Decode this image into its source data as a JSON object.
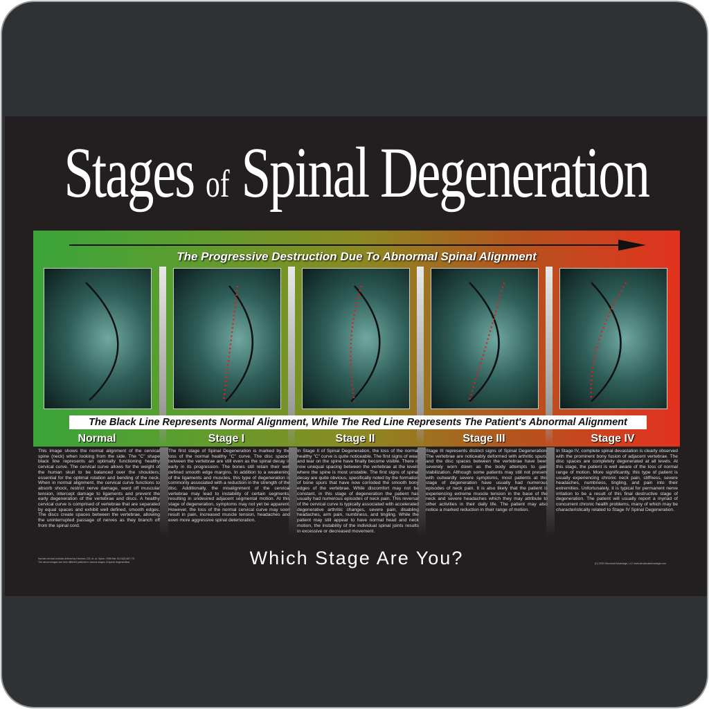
{
  "title": {
    "main1": "Stages",
    "of": "of",
    "main2": "Spinal Degeneration"
  },
  "subtitle": "The Progressive Destruction Due To Abnormal Spinal Alignment",
  "caption": "The Black Line Represents Normal Alignment, While The Red Line Represents The Patient's Abnormal Alignment",
  "colors": {
    "poster_bg": "#231f20",
    "gradient_start": "#3aa43a",
    "gradient_end": "#e2321e",
    "normal_line": "#111111",
    "abnormal_line": "#e02020"
  },
  "stages": [
    {
      "label": "Normal",
      "text": "This image shows the normal alignment of the cervical spine (neck) when looking from the side. The \"C\" shape black line represents an optimally functioning healthy cervical curve. The cervical curve allows for the weight of the human skull to be balanced over the shoulders; essential for the optimal rotation and bending of the neck. When in normal alignment, the cervical curve functions to absorb shock, restrict nerve damage, ward off muscular tension, intercept damage to ligaments and prevent the early degeneration of the vertebrae and discs. A healthy cervical curve is comprised of vertebrae that are separated by equal spaces and exhibit well defined, smooth edges. The discs create spaces between the vertebrae, allowing the uninterrupted passage of nerves as they branch off from the spinal cord."
    },
    {
      "label": "Stage I",
      "text": "The first stage of Spinal Degeneration is marked by the loss of the normal healthy \"C\" curve. The disc spaces between the vertebrae are still even as the spinal decay is early in its progression. The bones still retain their well defined smooth edge margins. In addition to a weakening of the ligaments and muscles, this type of degeneration is commonly associated with a reduction in the strength of the disc. Additionally, the misalignment of the cervical vertebrae may lead to instability of certain segments, resulting in undesired adjacent segmental motion. At this stage of degeneration, symptoms may not yet be apparent. However, the loss of the normal cervical curve may soon result in pain, increased muscle tension, headaches and even more aggressive spinal deterioration."
    },
    {
      "label": "Stage II",
      "text": "In Stage II of Spinal Degeneration, the loss of the normal healthy \"C\" curve is quite noticeable. The first signs of wear and tear on the spine have finally become visible. There is now unequal spacing between the vertebrae at the levels where the spine is most unstable. The first signs of spinal decay are quite obvious, specifically noted by the formation of bone spurs that have now corroded the smooth bony edges of the vertebrae. While discomfort may not be constant, in this stage of degeneration the patient has usually had numerous episodes of neck pain. This reversal of the cervical curve is typically associated with accelerated degenerative arthritic changes, severe pain, disabling headaches, arm pain, numbness, and tingling. While the patient may still appear to have normal head and neck motion, the instability of the individual spinal joints results in excessive or decreased movement."
    },
    {
      "label": "Stage III",
      "text": "Stage III represents distinct signs of Spinal Degeneration. The vertebrae are noticeably deformed with arthritic spurs, and the disc spaces between the vertebrae have been severely worn down as the body attempts to gain stabilization. Although some patients may still not present with outwardly severe symptoms, most patients at this stage of degeneration have usually had numerous episodes of neck pain. It is also likely that the patient is experiencing extreme muscle tension in the base of the neck and severe headaches which they may attribute to other activities in their daily life. The patient may also notice a marked reduction in their range of motion."
    },
    {
      "label": "Stage IV",
      "text": "In Stage IV, complete spinal devastation is clearly observed with the prominent bony fusion of adjacent vertebrae. The disc spaces are completely degenerated at all levels. At this stage, the patient is well aware of the loss of normal range of motion. More significantly, this type of patient is usually experiencing chronic neck pain, stiffness, severe headaches, numbness, tingling, and pain into their extremities. Unfortunately, it is typical for permanent nerve irritation to be a result of this final destructive stage of degeneration. The patient will usually report a myriad of concurrent chronic health problems, many of which may be characteristically related to Stage IV Spinal Degeneration."
    }
  ],
  "question": "Which Stage Are You?",
  "footnote": {
    "line1": "Normal cervical lordosis defined by Harrison, DD, et. al. Spine. 1996 Mar 15;21(6):667-75.",
    "line2": "The above images are from different patients in various stages of spinal degeneration."
  },
  "copyright": "(C) 2003 Structural Advantage, LLC  www.structuraladvantage.com"
}
